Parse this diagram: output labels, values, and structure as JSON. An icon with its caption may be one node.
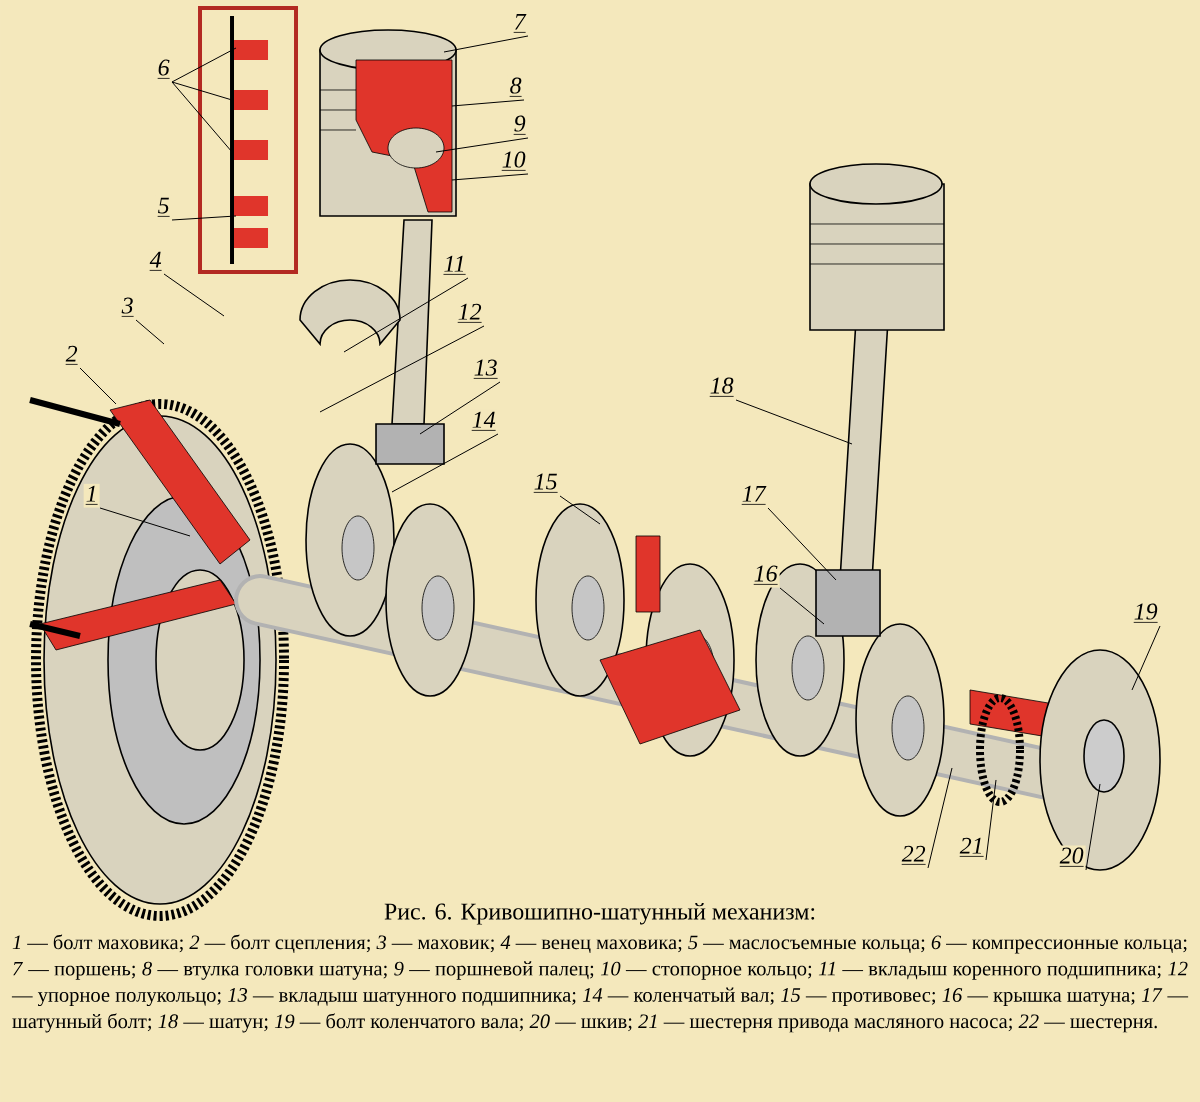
{
  "diagram": {
    "title": "Рис. 6. Кривошипно-шатунный механизм:",
    "caption": "*1* — болт маховика; *2* — болт сцепления; *3* — маховик; *4* — венец маховика; *5* — маслосъемные кольца; *6* — компрессионные кольца; *7* — поршень; *8* — втулка головки шатуна; *9* — поршневой палец; *10* — стопорное кольцо; *11* — вкладыш коренного подшипника; *12* — упорное полукольцо; *13* — вкладыш шатунного подшипника; *14* — коленчатый вал; *15* — противовес; *16* — крышка шатуна; *17* — шатунный болт; *18* — шатун; *19* — болт коленчатого вала; *20* — шкив; *21* — шестерня привода масляного насоса; *22* — шестерня.",
    "nodes": [
      {
        "text": [
          "1"
        ]
      },
      {
        "text": [
          "2"
        ]
      },
      {
        "text": [
          "3"
        ]
      },
      {
        "text": [
          "4"
        ]
      },
      {
        "text": [
          "5"
        ]
      },
      {
        "text": [
          "6"
        ]
      },
      {
        "text": [
          "7"
        ]
      },
      {
        "text": [
          "8"
        ]
      },
      {
        "text": [
          "9"
        ]
      },
      {
        "text": [
          "10"
        ]
      },
      {
        "text": [
          "11"
        ]
      },
      {
        "text": [
          "12"
        ]
      },
      {
        "text": [
          "13"
        ]
      },
      {
        "text": [
          "14"
        ]
      },
      {
        "text": [
          "15"
        ]
      },
      {
        "text": [
          "16"
        ]
      },
      {
        "text": [
          "17"
        ]
      },
      {
        "text": [
          "18"
        ]
      },
      {
        "text": [
          "19"
        ]
      },
      {
        "text": [
          "20"
        ]
      },
      {
        "text": [
          "21"
        ]
      },
      {
        "text": [
          "22"
        ]
      }
    ],
    "edges": [
      {
        "from": 0,
        "to": null,
        "arrow": "none"
      },
      {
        "from": 1,
        "to": null,
        "arrow": "none"
      },
      {
        "from": 2,
        "to": null,
        "arrow": "none"
      },
      {
        "from": 3,
        "to": null,
        "arrow": "none"
      },
      {
        "from": 4,
        "to": null,
        "arrow": "none"
      },
      {
        "from": 5,
        "to": null,
        "arrow": "none"
      },
      {
        "from": 5,
        "to": null,
        "arrow": "none"
      },
      {
        "from": 5,
        "to": null,
        "arrow": "none"
      },
      {
        "from": 6,
        "to": null,
        "arrow": "none"
      },
      {
        "from": 7,
        "to": null,
        "arrow": "none"
      },
      {
        "from": 8,
        "to": null,
        "arrow": "none"
      },
      {
        "from": 9,
        "to": null,
        "arrow": "none"
      },
      {
        "from": 10,
        "to": null,
        "arrow": "none"
      },
      {
        "from": 11,
        "to": null,
        "arrow": "none"
      },
      {
        "from": 12,
        "to": null,
        "arrow": "none"
      },
      {
        "from": 13,
        "to": null,
        "arrow": "none"
      },
      {
        "from": 14,
        "to": null,
        "arrow": "none"
      },
      {
        "from": 15,
        "to": null,
        "arrow": "none"
      },
      {
        "from": 16,
        "to": null,
        "arrow": "none"
      },
      {
        "from": 17,
        "to": null,
        "arrow": "none"
      },
      {
        "from": 18,
        "to": null,
        "arrow": "none"
      },
      {
        "from": 19,
        "to": null,
        "arrow": "none"
      },
      {
        "from": 20,
        "to": null,
        "arrow": "none"
      },
      {
        "from": 21,
        "to": null,
        "arrow": "none"
      }
    ]
  }
}
